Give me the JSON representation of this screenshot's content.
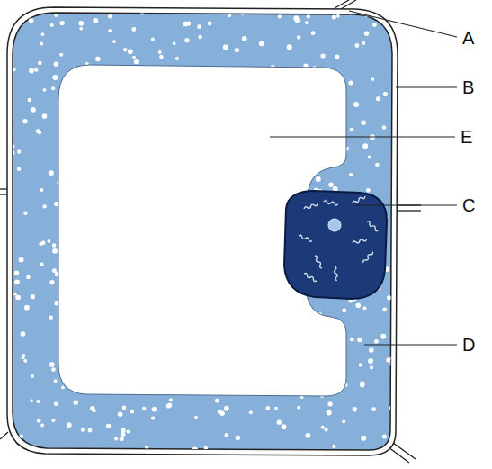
{
  "diagram": {
    "labels": [
      "A",
      "B",
      "E",
      "C",
      "D"
    ]
  }
}
